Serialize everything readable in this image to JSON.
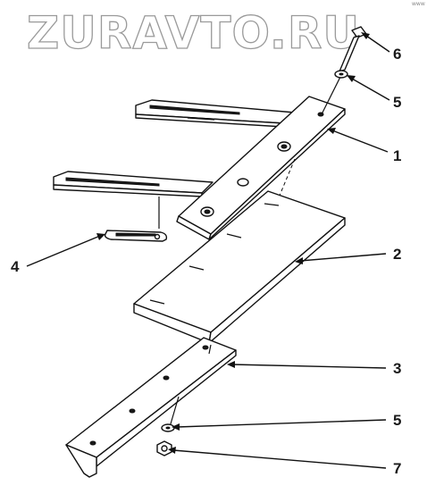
{
  "watermark": {
    "text": "ZURAVTO.RU"
  },
  "corner_mark": "www",
  "callouts": {
    "c1": "1",
    "c2": "2",
    "c3": "3",
    "c4": "4",
    "c5a": "5",
    "c5b": "5",
    "c6": "6",
    "c7": "7"
  },
  "colors": {
    "ink": "#111111",
    "watermark_outline": "#9a9a9a",
    "background": "#ffffff"
  }
}
